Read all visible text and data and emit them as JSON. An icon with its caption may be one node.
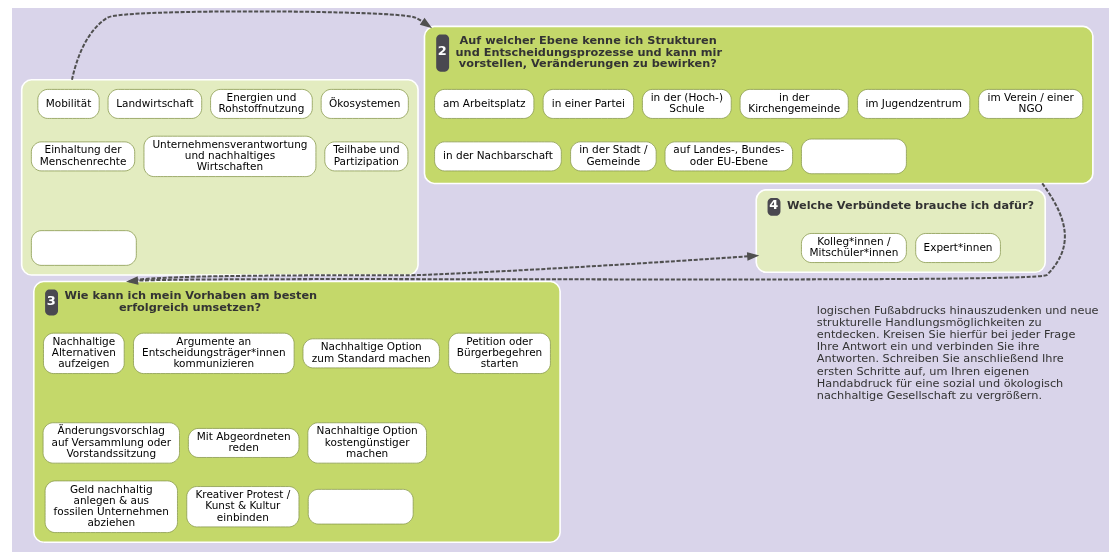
{
  "diagram": {
    "nodes": [
      {
        "text": [],
        "shape": "box"
      },
      {
        "text": [
          "Mobilität"
        ],
        "in": 0
      },
      {
        "text": [
          "Landwirtschaft"
        ],
        "in": 0
      },
      {
        "text": [
          "Energien und Rohstoffnutzung"
        ],
        "in": 0
      },
      {
        "text": [
          "Ökosystemen"
        ],
        "in": 0
      },
      {
        "text": [
          "Einhaltung der Menschenrechte"
        ],
        "in": 0
      },
      {
        "text": [
          "Unternehmensverantwortung und nachhaltiges Wirtschaften"
        ],
        "in": 0
      },
      {
        "text": [
          "Teilhabe und Partizipation"
        ],
        "in": 0
      },
      {
        "text": [],
        "shape": "box",
        "in": 0
      },
      {
        "text": [
          "2",
          "Auf welcher Ebene kenne ich Strukturen und Entscheidungsprozesse und kann mir vorstellen, Veränderungen zu bewirken?"
        ]
      },
      {
        "text": [
          "am Arbeitsplatz"
        ],
        "in": 9
      },
      {
        "text": [
          "in einer Partei"
        ],
        "in": 9
      },
      {
        "text": [
          "in der (Hoch-) Schule"
        ],
        "in": 9
      },
      {
        "text": [
          "in der Kirchengemeinde"
        ],
        "in": 9
      },
      {
        "text": [
          "im Jugendzentrum"
        ],
        "in": 9
      },
      {
        "text": [
          "im Verein / einer NGO"
        ],
        "in": 9
      },
      {
        "text": [
          "in der Nachbarschaft"
        ],
        "in": 9
      },
      {
        "text": [
          "in der Stadt / Gemeinde"
        ],
        "in": 9
      },
      {
        "text": [
          "auf Landes-, Bundes- oder EU-Ebene"
        ],
        "in": 9
      },
      {
        "text": [],
        "shape": "box",
        "in": 9
      },
      {
        "text": [
          "3",
          "Wie kann ich mein Vorhaben am besten erfolgreich umsetzen?"
        ]
      },
      {
        "text": [
          "Nachhaltige Alternativen aufzeigen"
        ],
        "in": 20
      },
      {
        "text": [
          "Argumente an Entscheidungsträger*innen kommunizieren"
        ],
        "in": 20
      },
      {
        "text": [
          "Nachhaltige Option zum Standard machen"
        ],
        "in": 20
      },
      {
        "text": [
          "Petition oder Bürgerbegehren starten"
        ],
        "in": 20
      },
      {
        "text": [
          "Änderungsvorschlag auf Versammlung oder Vorstandssitzung"
        ],
        "in": 20
      },
      {
        "text": [
          "Mit Abgeordneten reden"
        ],
        "in": 20
      },
      {
        "text": [
          "Nachhaltige Option kostengünstiger machen"
        ],
        "in": 20
      },
      {
        "text": [
          "Geld nachhaltig anlegen & aus fossilen Unternehmen abziehen"
        ],
        "in": 20
      },
      {
        "text": [
          "Kreativer Protest / Kunst & Kultur einbinden"
        ],
        "in": 20
      },
      {
        "text": [],
        "shape": "box",
        "in": 20
      },
      {
        "text": [
          "4",
          "Welche Verbündete brauche ich dafür?"
        ]
      },
      {
        "text": [
          "Kolleg*innen / Mitschüler*innen"
        ],
        "in": 31
      },
      {
        "text": [
          "Expert*innen"
        ],
        "in": 31
      }
    ],
    "edges": [
      {
        "from": 0,
        "to": 9,
        "arrow": "to",
        "style": "dashed"
      },
      {
        "from": 9,
        "to": 20,
        "arrow": "to",
        "style": "dashed"
      },
      {
        "from": 20,
        "to": 31,
        "arrow": "to",
        "style": "dashed"
      }
    ],
    "labels": [
      "logischen Fußabdrucks hinauszudenken und neue strukturelle Handlungsmöglichkeiten zu entdecken. Kreisen Sie hierfür bei jeder Frage Ihre Antwort ein und verbinden Sie ihre Antworten. Schreiben Sie anschließend Ihre ersten Schritte auf, um Ihren eigenen Handabdruck für eine sozial und ökologisch nachhaltige Gesellschaft zu vergrößern."
    ]
  }
}
